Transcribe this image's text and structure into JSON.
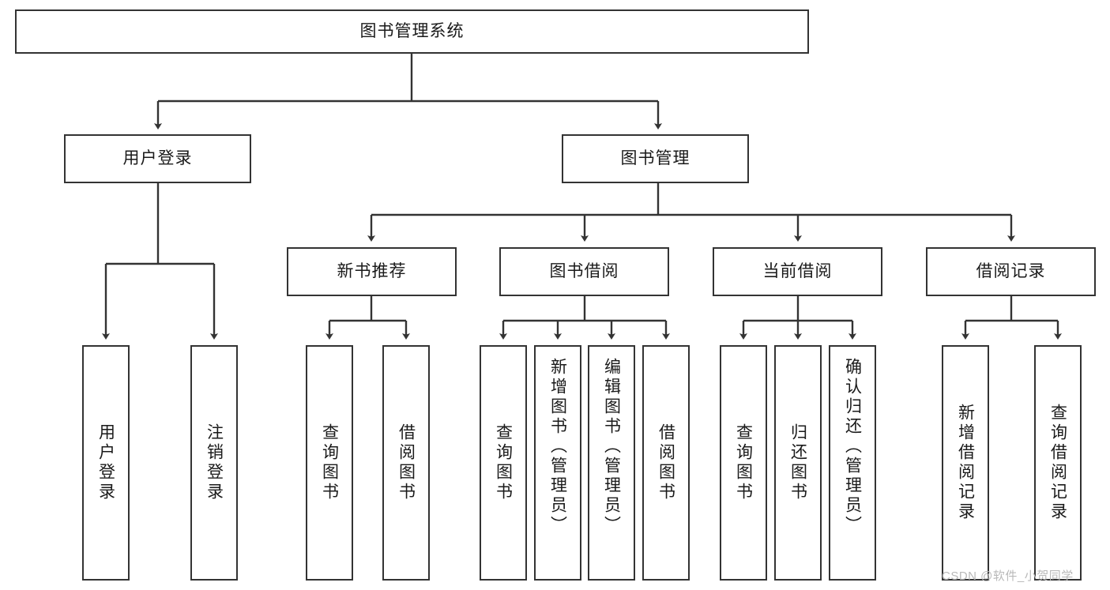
{
  "diagram": {
    "type": "hierarchy-tree",
    "title": "图书管理系统",
    "root": {
      "label": "图书管理系统"
    },
    "level2": [
      {
        "label": "用户登录"
      },
      {
        "label": "图书管理"
      }
    ],
    "level3": [
      {
        "label": "新书推荐"
      },
      {
        "label": "图书借阅"
      },
      {
        "label": "当前借阅"
      },
      {
        "label": "借阅记录"
      }
    ],
    "leaves": {
      "user_login": [
        {
          "label": "用户登录"
        },
        {
          "label": "注销登录"
        }
      ],
      "new_book_recommend": [
        {
          "label": "查询图书"
        },
        {
          "label": "借阅图书"
        }
      ],
      "book_borrow": [
        {
          "label": "查询图书"
        },
        {
          "label": "新增图书（管理员）"
        },
        {
          "label": "编辑图书（管理员）"
        },
        {
          "label": "借阅图书"
        }
      ],
      "current_borrow": [
        {
          "label": "查询图书"
        },
        {
          "label": "归还图书"
        },
        {
          "label": "确认归还（管理员）"
        }
      ],
      "borrow_record": [
        {
          "label": "新增借阅记录"
        },
        {
          "label": "查询借阅记录"
        }
      ]
    }
  },
  "watermark": {
    "text": "CSDN @软件_小贺同学"
  },
  "colors": {
    "stroke": "#333333",
    "background": "#ffffff",
    "text": "#1a1a1a",
    "watermark": "#b9b9b9"
  }
}
